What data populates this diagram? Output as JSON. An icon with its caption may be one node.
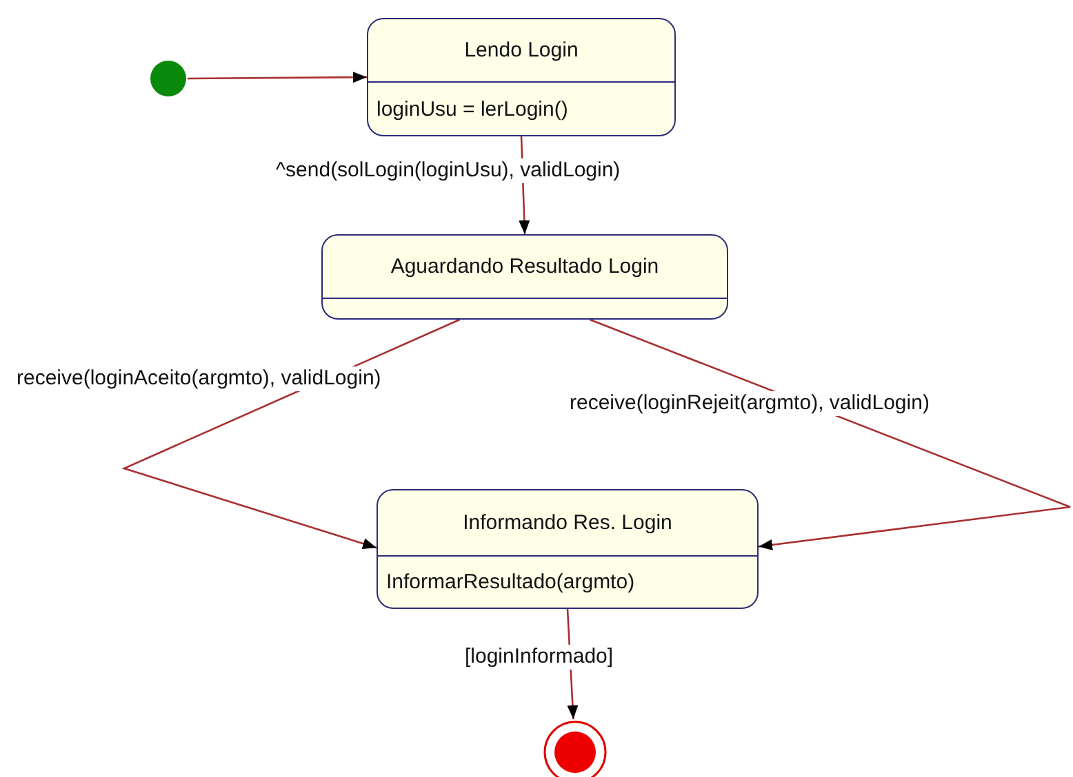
{
  "diagram": {
    "nodes": [
      {
        "text": [],
        "shape": "circle"
      },
      {
        "text": [
          "Lendo Login",
          "loginUsu = lerLogin()"
        ]
      },
      {
        "text": [
          "Aguardando Resultado Login"
        ]
      },
      {
        "text": [
          "Informando Res. Login",
          "InformarResultado(argmto)"
        ]
      },
      {
        "text": [],
        "shape": "bullseye"
      }
    ],
    "edges": [
      {
        "from": 0,
        "to": 1,
        "arrow": "to"
      },
      {
        "from": 1,
        "to": 2,
        "arrow": "to",
        "label": "^send(solLogin(loginUsu), validLogin)"
      },
      {
        "from": 2,
        "to": 3,
        "arrow": "to",
        "label": "receive(loginAceito(argmto), validLogin)"
      },
      {
        "from": 2,
        "to": 3,
        "arrow": "to",
        "label": "receive(loginRejeit(argmto), validLogin)"
      },
      {
        "from": 3,
        "to": 4,
        "arrow": "to",
        "label": "[loginInformado]"
      }
    ]
  }
}
